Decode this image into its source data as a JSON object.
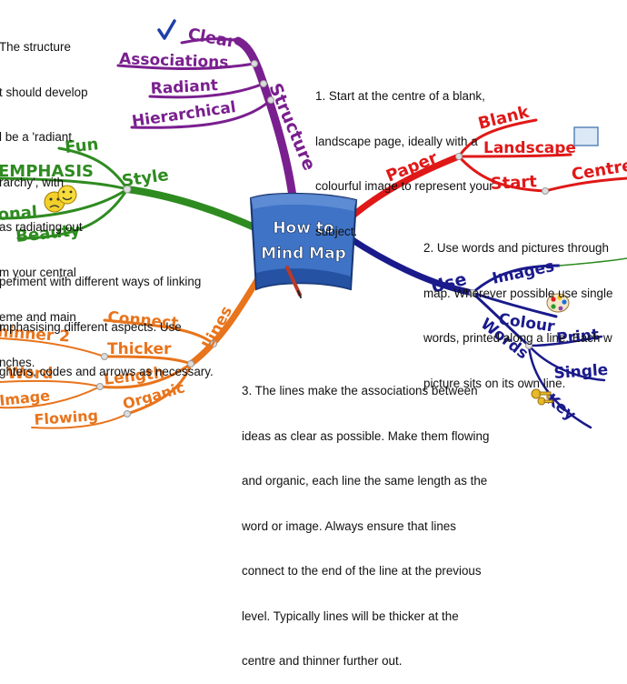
{
  "center": {
    "line1": "How to",
    "line2": "Mind Map"
  },
  "branches": {
    "structure": {
      "label": "Structure",
      "color": "#7a1f8f",
      "items": {
        "clear": "Clear",
        "associations": "Associations",
        "radiant": "Radiant",
        "hierarchical": "Hierarchical"
      }
    },
    "style": {
      "label": "Style",
      "color": "#2e8b20",
      "items": {
        "fun": "Fun",
        "emphasis": "EMPHASIS",
        "emotional": "onal",
        "beauty": "Beauty"
      }
    },
    "lines": {
      "label": "Lines",
      "color": "#e8741c",
      "items": {
        "connect": "Connect",
        "thicker": "Thicker",
        "length": "Length",
        "organic": "Organic",
        "thinner": "hinner 2",
        "word": "Word",
        "image": "Image",
        "flowing": "Flowing"
      }
    },
    "use": {
      "label": "Use",
      "color": "#1a1a8c",
      "items": {
        "images": "Images",
        "colour": "Colour",
        "words": "Words",
        "print": "Print",
        "single": "Single",
        "key": "Key"
      }
    },
    "paper": {
      "label": "Paper",
      "color": "#e01818",
      "items": {
        "blank": "Blank",
        "landscape": "Landscape",
        "start": "Start",
        "centre": "Centre"
      }
    }
  },
  "notes": {
    "structure_note": [
      "The structure",
      "t should develop",
      "l be a 'radiant",
      "rarchy', with",
      "as radiating out",
      "m your central",
      "eme and main",
      "nches."
    ],
    "step1": [
      "1. Start at the centre of a blank,",
      "landscape page, ideally with a",
      "colourful image to represent your",
      "subject."
    ],
    "step2": [
      "2. Use words and pictures through",
      "map. Wherever possible use single",
      "words, printed along a line. Each w",
      "picture sits on its own line."
    ],
    "style_note": [
      "periment with different ways of linking",
      "mphasising different aspects. Use",
      "ghters, codes and arrows as necessary."
    ],
    "step3": [
      "3. The lines make the associations between",
      "ideas as clear as possible. Make them flowing",
      "and organic, each line the same length as the",
      "word or image. Always ensure that lines",
      "connect to the end of the line at the previous",
      "level. Typically lines will be thicker at the",
      "centre and thinner further out."
    ]
  },
  "icons": {
    "checkmark": "checkmark-icon",
    "smiley": "smiley-faces-icon",
    "palette": "colour-palette-icon",
    "keys": "keys-icon",
    "picture": "picture-frame-icon",
    "pen": "pen-icon"
  }
}
